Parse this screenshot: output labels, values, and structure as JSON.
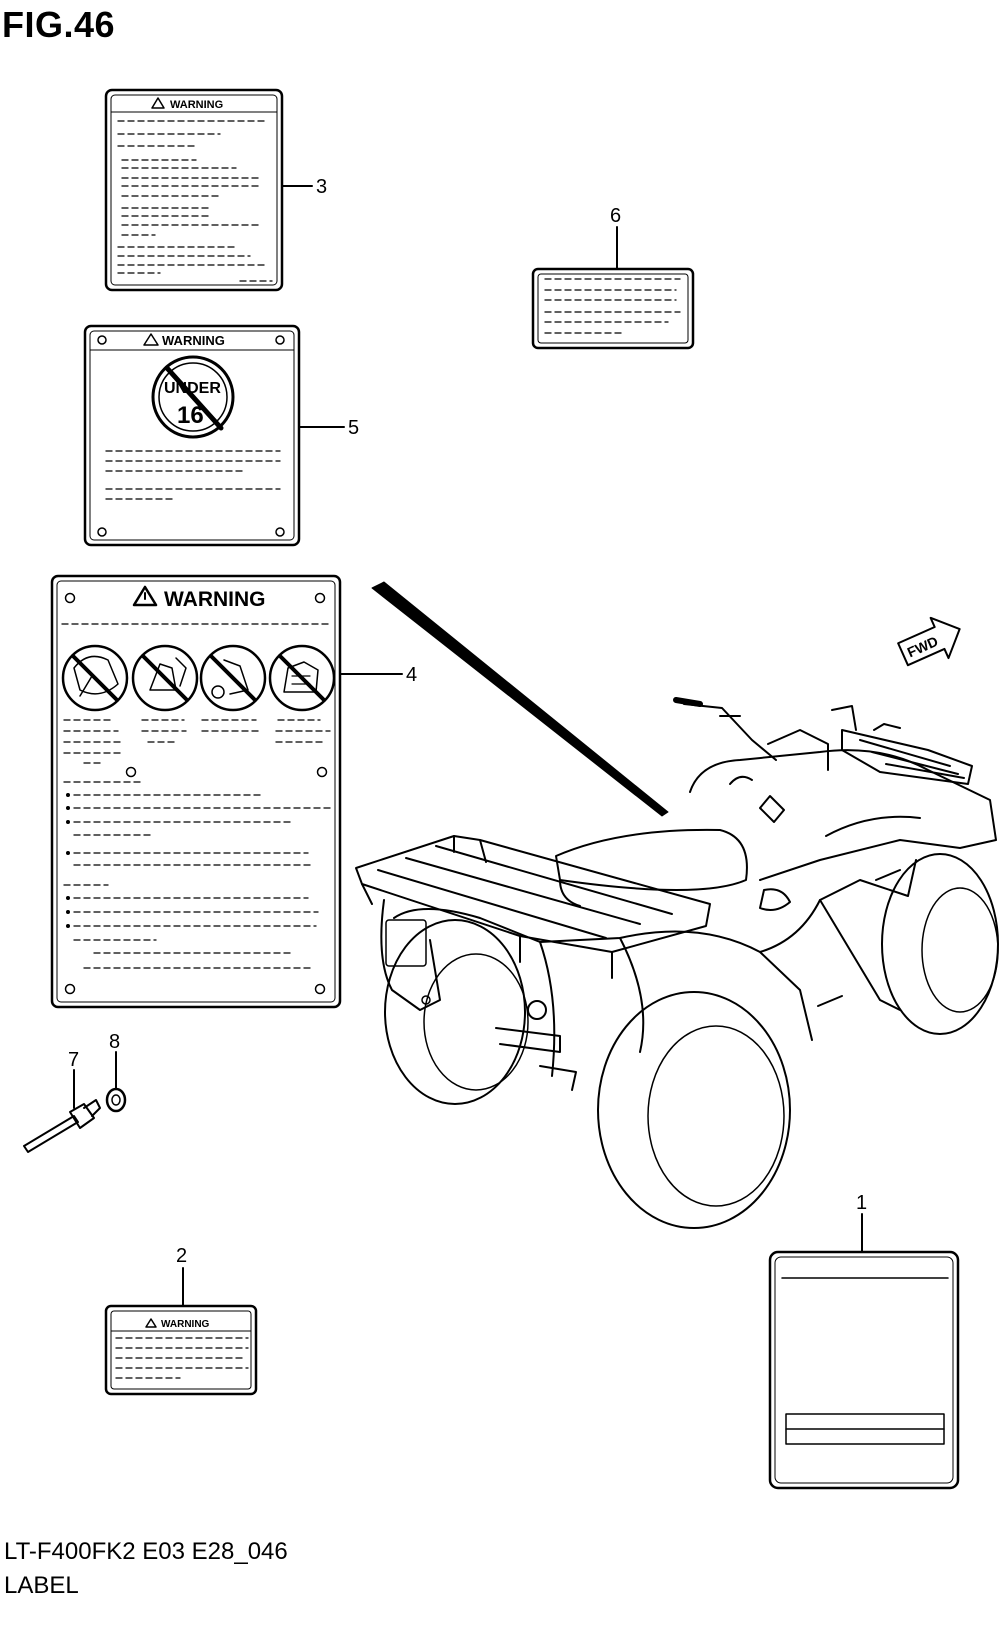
{
  "header": {
    "figure_title": "FIG.46"
  },
  "footer": {
    "diagram_code": "LT-F400FK2 E03 E28_046",
    "section_name": "LABEL"
  },
  "labels": {
    "warning_word": "WARNING",
    "under_text": "UNDER",
    "age_number": "16",
    "forward_arrow_text": "FWD"
  },
  "callouts": [
    "1",
    "2",
    "3",
    "4",
    "5",
    "6",
    "7",
    "8"
  ]
}
